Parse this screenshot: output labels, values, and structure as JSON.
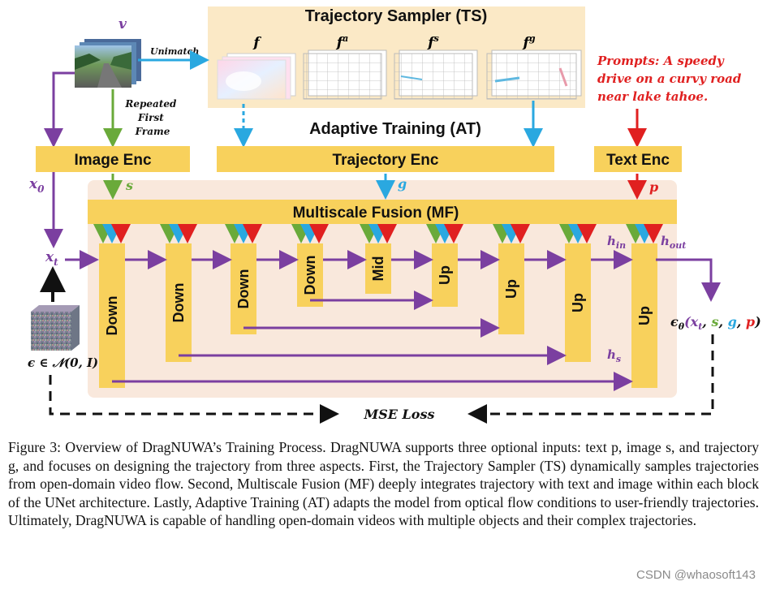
{
  "diagram": {
    "ts_title": "Trajectory Sampler (TS)",
    "at_title": "Adaptive Training (AT)",
    "mf_title": "Multiscale Fusion (MF)",
    "image_enc": "Image Enc",
    "traj_enc": "Trajectory Enc",
    "text_enc": "Text Enc",
    "video_label": "v",
    "unimatch": "Unimatch",
    "flow_labels": [
      "f",
      "f",
      "f",
      "f"
    ],
    "flow_sups": [
      "",
      "a",
      "s",
      "g"
    ],
    "repeated_first_frame": [
      "Repeated",
      "First",
      "Frame"
    ],
    "prompt_lines": [
      "Prompts: A speedy",
      "drive on a curvy road",
      "near lake tahoe."
    ],
    "sym_s": "s",
    "sym_g": "g",
    "sym_p": "p",
    "sym_x0": "x",
    "sym_x0_sub": "0",
    "sym_xt": "x",
    "sym_xt_sub": "t",
    "h_in": "h",
    "h_in_sub": "in",
    "h_out": "h",
    "h_out_sub": "out",
    "h_s": "h",
    "h_s_sub": "s",
    "noise_label": "ϵ ∈ 𝒩(0, I)",
    "eps_theta": "ϵ",
    "eps_sub": "θ",
    "eps_args": [
      "(x",
      "t",
      ", ",
      "s",
      ", ",
      "g",
      ", ",
      "p",
      ")"
    ],
    "mse_loss": "MSE Loss",
    "blocks": [
      "Down",
      "Down",
      "Down",
      "Down",
      "Mid",
      "Up",
      "Up",
      "Up",
      "Up"
    ],
    "colors": {
      "yellow": "#f8d15c",
      "peach_bg": "#f9e8dc",
      "ts_bg": "#fbe9c6",
      "purple": "#7b3fa0",
      "green": "#6aaa3a",
      "blue": "#2aa8e0",
      "red": "#e02020"
    }
  },
  "caption": "Figure 3: Overview of DragNUWA’s Training Process. DragNUWA supports three optional inputs: text p, image s, and trajectory g, and focuses on designing the trajectory from three aspects. First, the Trajectory Sampler (TS) dynamically samples trajectories from open-domain video flow. Second, Multiscale Fusion (MF) deeply integrates trajectory with text and image within each block of the UNet architecture. Lastly, Adaptive Training (AT) adapts the model from optical flow conditions to user-friendly trajectories. Ultimately, DragNUWA is capable of handling open-domain videos with multiple objects and their complex trajectories.",
  "watermark": "CSDN @whaosoft143"
}
